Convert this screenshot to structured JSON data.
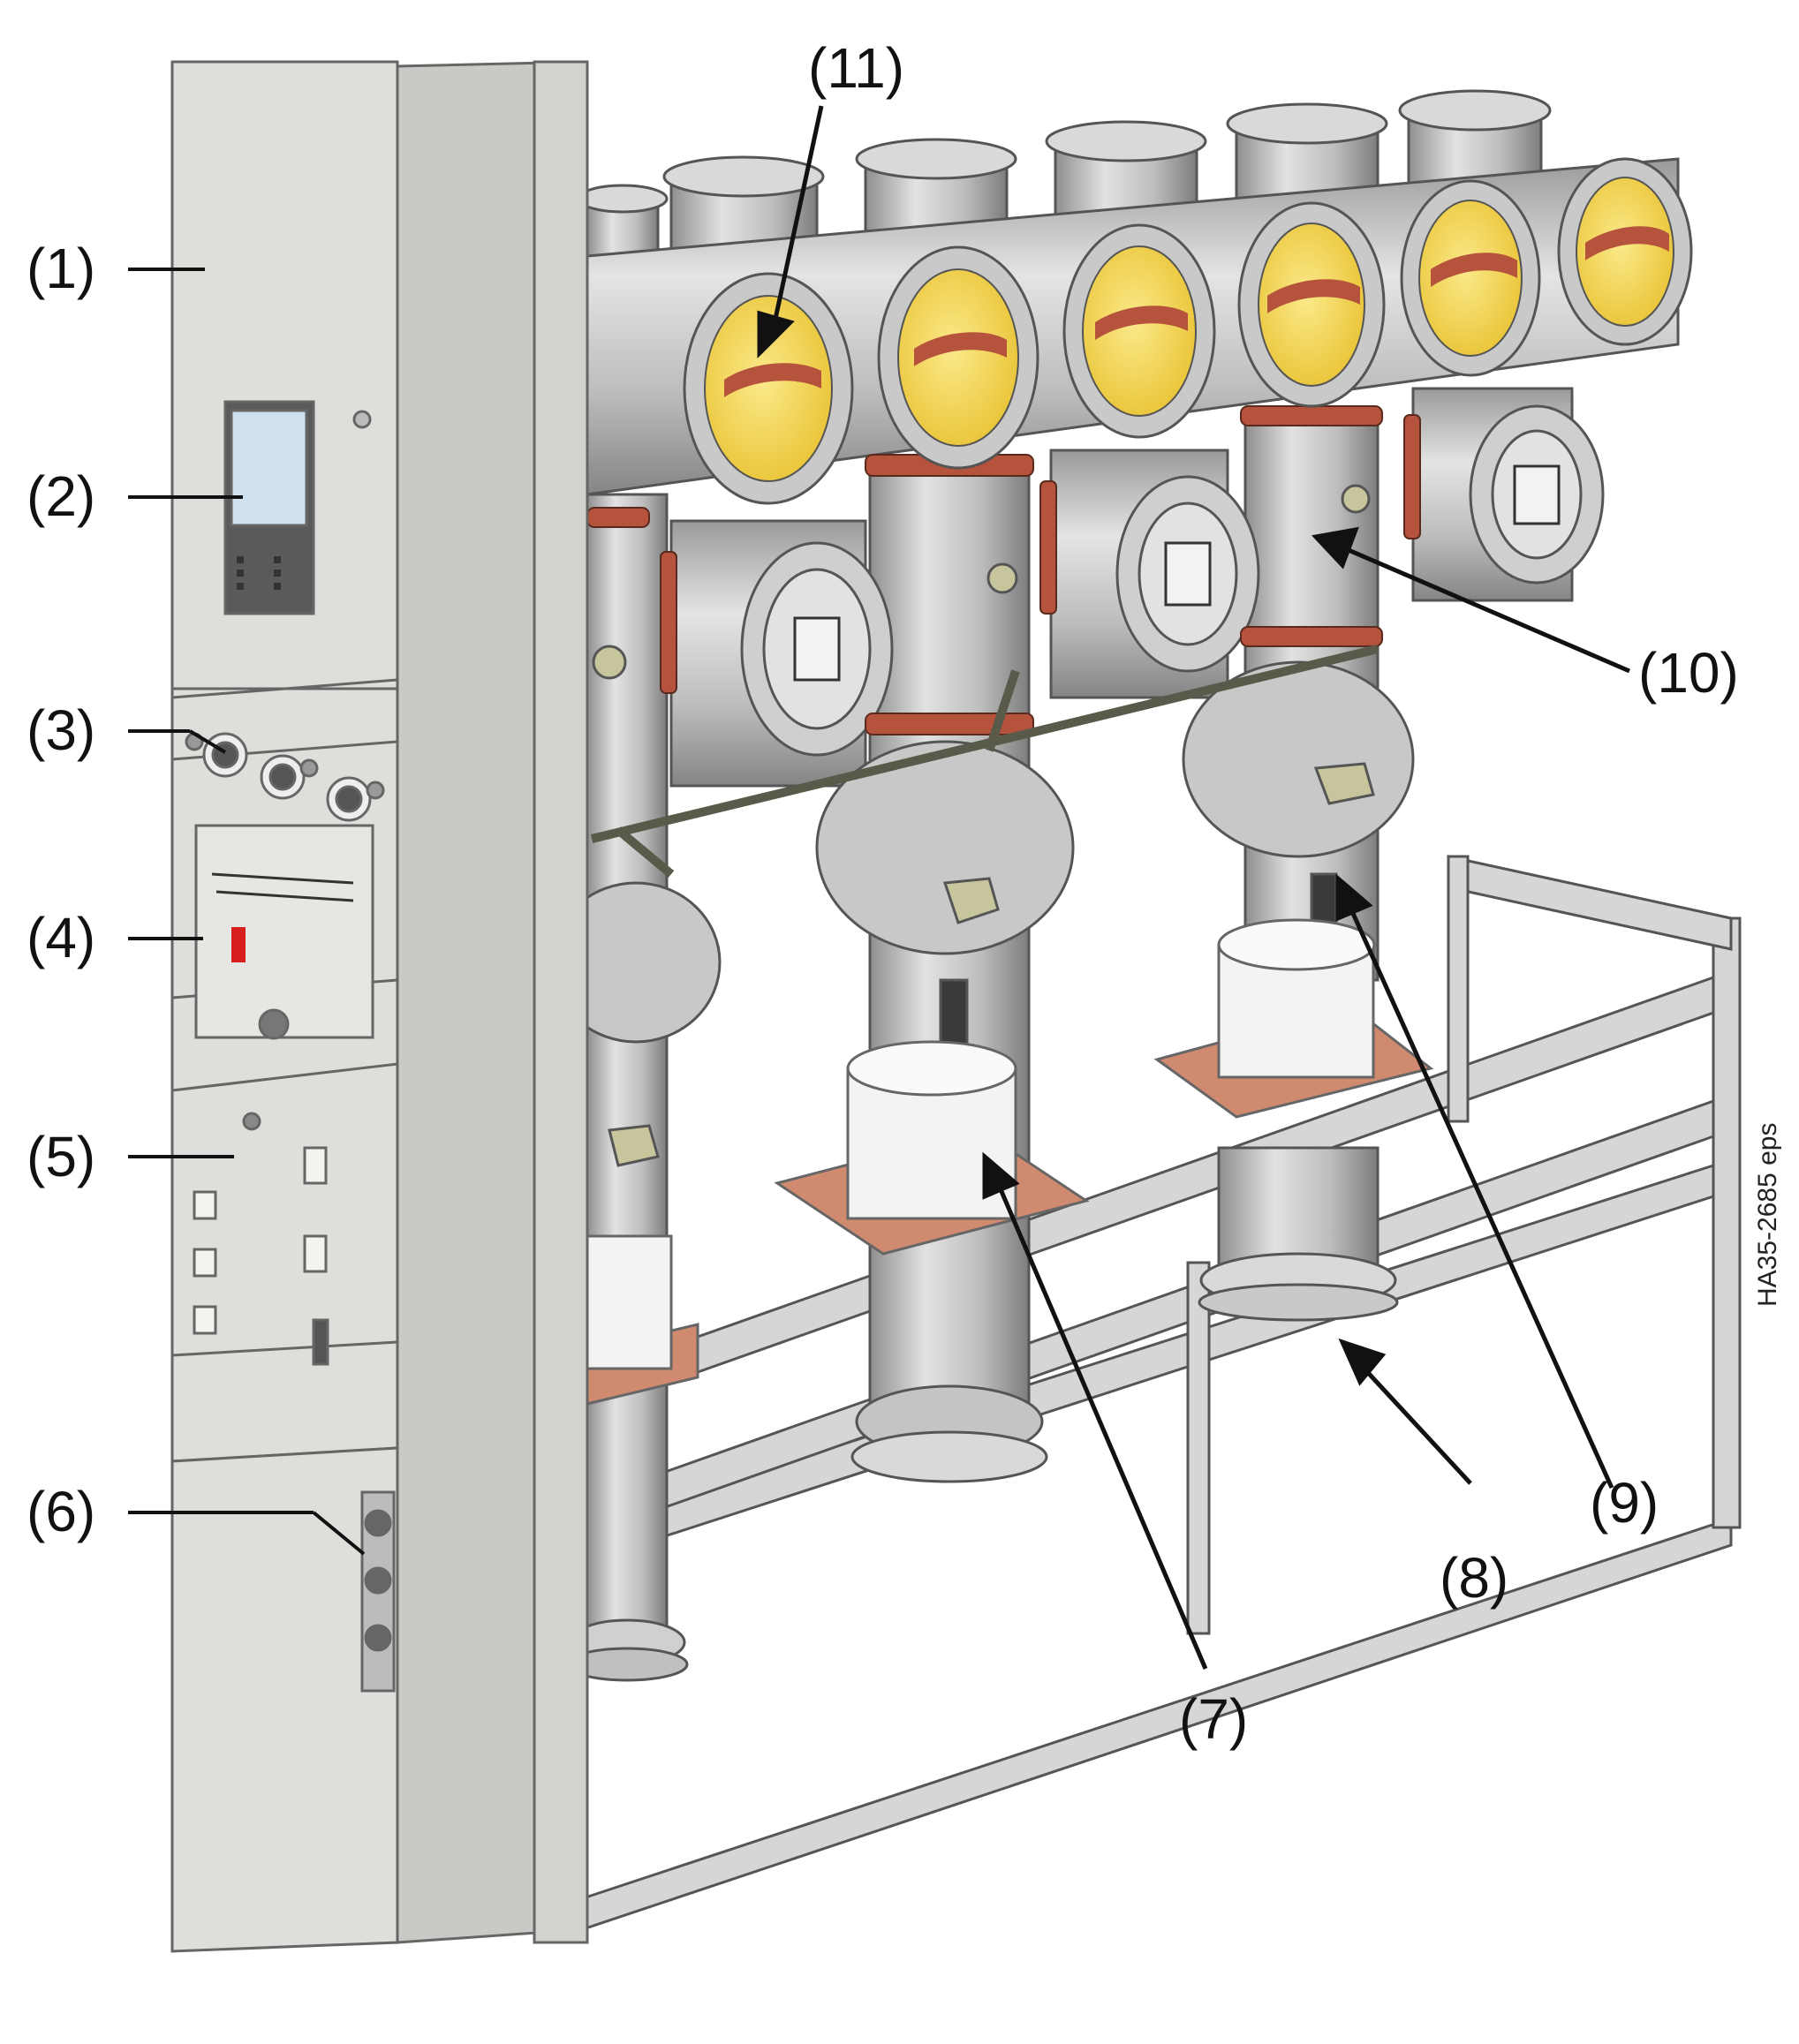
{
  "callouts": [
    {
      "id": "1",
      "label": "(1)",
      "part": "control-cabinet"
    },
    {
      "id": "2",
      "label": "(2)",
      "part": "bay-controller-display"
    },
    {
      "id": "3",
      "label": "(3)",
      "part": "gas-pressure-gauges"
    },
    {
      "id": "4",
      "label": "(4)",
      "part": "mimic-diagram-panel"
    },
    {
      "id": "5",
      "label": "(5)",
      "part": "control-switches"
    },
    {
      "id": "6",
      "label": "(6)",
      "part": "connector-sockets"
    },
    {
      "id": "7",
      "label": "(7)",
      "part": "support-insulator"
    },
    {
      "id": "8",
      "label": "(8)",
      "part": "lower-flange"
    },
    {
      "id": "9",
      "label": "(9)",
      "part": "operating-mechanism"
    },
    {
      "id": "10",
      "label": "(10)",
      "part": "enclosure-module"
    },
    {
      "id": "11",
      "label": "(11)",
      "part": "busbar-conductor"
    }
  ],
  "watermark": "HA35-2685 eps",
  "colors": {
    "cabinet_face": "#dededb",
    "cabinet_side": "#c9c9c6",
    "pipe_metal": "#b7b7b7",
    "flange_red": "#b5533c",
    "insulator_yellow": "#f5d659",
    "insulator_white": "#f3f3f1",
    "frame_gray": "#d6d6d4",
    "line_black": "#111111"
  }
}
